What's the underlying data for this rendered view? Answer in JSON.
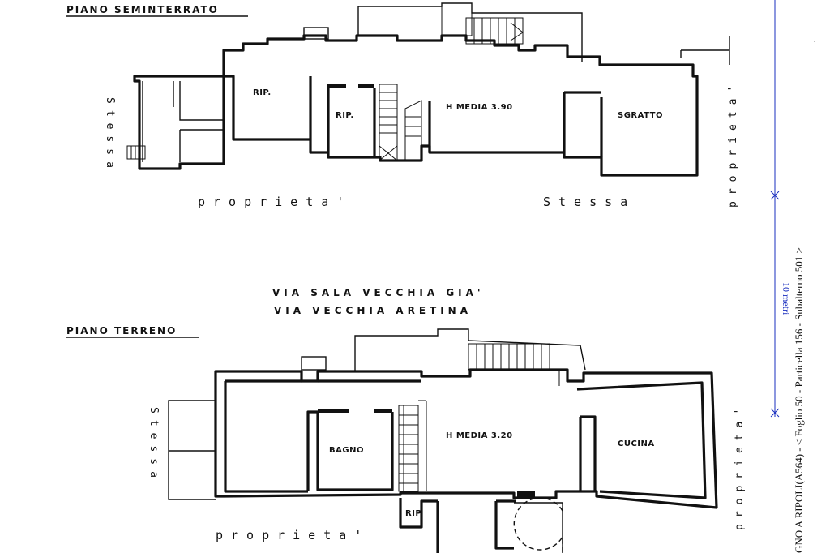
{
  "sections": {
    "basement": {
      "heading": "PIANO SEMINTERRATO",
      "rooms": {
        "storage_a": "RIP.",
        "storage_b": "RIP.",
        "main_room": "H MEDIA 3.90",
        "closet": "SGRATTO"
      },
      "property_bottom": "proprieta'",
      "property_bottom_right": "Stessa",
      "property_left": "Stessa",
      "property_right": "proprieta'"
    },
    "ground": {
      "heading": "PIANO TERRENO",
      "rooms": {
        "bathroom": "BAGNO",
        "main_room": "H MEDIA 3.20",
        "kitchen": "CUCINA",
        "storage": "RIP"
      },
      "property_bottom": "proprieta'",
      "property_left": "Stessa",
      "property_right": "proprieta'"
    }
  },
  "street": {
    "line1": "VIA SALA VECCHIA GIA'",
    "line2": "VIA VECCHIA ARETINA"
  },
  "scale_bar": {
    "label": "10 metri",
    "color": "#1a2fbf"
  },
  "cadastral_reference": "GNO A RIPOLI(A564) - < Foglio 50 - Particella 156 - Subalterno 501 >"
}
